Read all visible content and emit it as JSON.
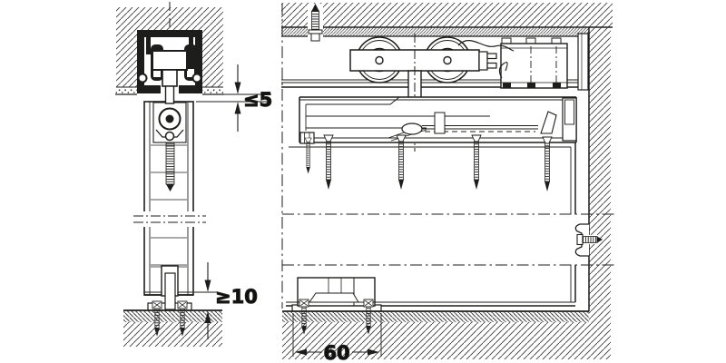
{
  "drawing": {
    "background": "#ffffff",
    "line_color": "#1d1d1b",
    "labels": {
      "top_clearance": "≤5",
      "bottom_clearance": "≥10",
      "guide_screw_spacing": "60"
    }
  }
}
